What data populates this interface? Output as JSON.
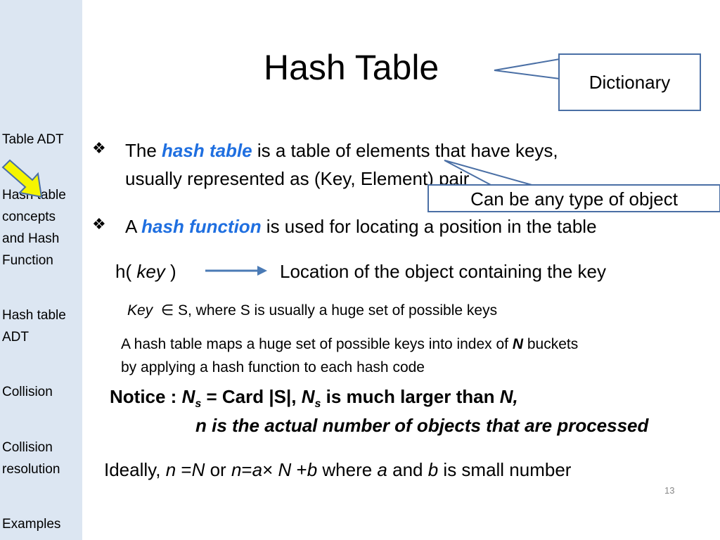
{
  "sidebar": {
    "items": [
      {
        "lines": [
          "Table ADT"
        ]
      },
      {
        "lines": [
          "Hash table",
          "concepts",
          "and Hash",
          "Function"
        ]
      },
      {
        "lines": [
          "Hash table",
          "ADT"
        ]
      },
      {
        "lines": [
          "Collision"
        ]
      },
      {
        "lines": [
          "Collision",
          "resolution"
        ]
      },
      {
        "lines": [
          "Examples"
        ]
      }
    ]
  },
  "slide": {
    "title": "Hash Table",
    "callout_dictionary": "Dictionary",
    "callout_any_type": "Can be any type of object",
    "bullet_symbol": "❖",
    "bullet1": {
      "pre": "The ",
      "em": "hash table",
      "post": " is a table of elements that have keys,",
      "line2": "usually represented as (Key, Element) pair"
    },
    "bullet2": {
      "pre": "A ",
      "em": "hash function",
      "post": " is used for locating a position in the table"
    },
    "hkey": {
      "pre": "h( ",
      "key": "key",
      "post": " )"
    },
    "location_text": "Location of the object containing the key",
    "key_line": {
      "key": "Key",
      "symbol": "∈",
      "rest": " S, where S is usually a huge set of possible keys"
    },
    "maps_line1_pre": "A hash table maps a huge set of possible keys into index of ",
    "maps_line1_N": "N",
    "maps_line1_post": " buckets",
    "maps_line2": "by applying a hash function to each hash code",
    "notice": {
      "label": "Notice :  ",
      "Ns1": "N",
      "sub1": "s",
      "mid": " = Card |S|, ",
      "Ns2": "N",
      "sub2": "s",
      "post": " is much larger than ",
      "N": "N,",
      "line2": "n is the actual number of objects that are processed"
    },
    "ideally": {
      "pre": "Ideally,  ",
      "n1": "n",
      "eq1": " =",
      "N1": "N",
      "or": " or ",
      "n2": "n",
      "eq2": "=",
      "a1": "a",
      "times": "× ",
      "N2": "N",
      "plus": " +",
      "b1": "b",
      "where": " where ",
      "a2": "a",
      "and": " and ",
      "b2": "b",
      "post": " is small number"
    },
    "page_number": "13"
  },
  "colors": {
    "sidebar_bg": "#dce6f2",
    "accent_blue": "#1f6fe0",
    "line_blue": "#4a6fa5",
    "arrow_yellow": "#f5f500"
  }
}
